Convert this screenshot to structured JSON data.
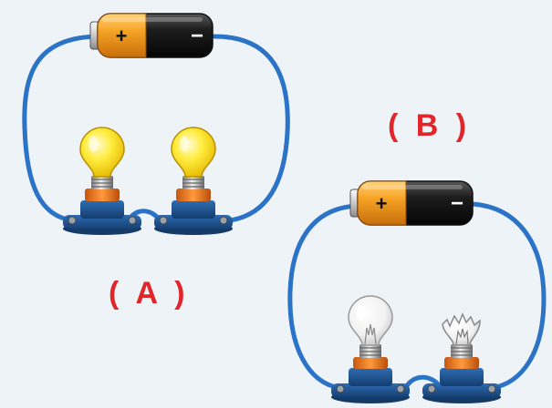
{
  "labels": {
    "circuit_a": "( A )",
    "circuit_b": "( B )"
  },
  "battery": {
    "positive_symbol": "+",
    "negative_symbol": "−"
  },
  "circuit_a": {
    "bulbs": [
      "lit",
      "lit"
    ]
  },
  "circuit_b": {
    "bulbs": [
      "unlit",
      "broken"
    ]
  },
  "colors": {
    "background": "#eef3f7",
    "wire": "#2b73c6",
    "label": "#e0262b",
    "battery_body": "#151515",
    "battery_terminal": "#f29a1f",
    "bulb_lit": "#ffec3d",
    "bulb_unlit": "#f7f7f7",
    "socket": "#1d4f8c",
    "socket_collar": "#ef7a1d"
  }
}
